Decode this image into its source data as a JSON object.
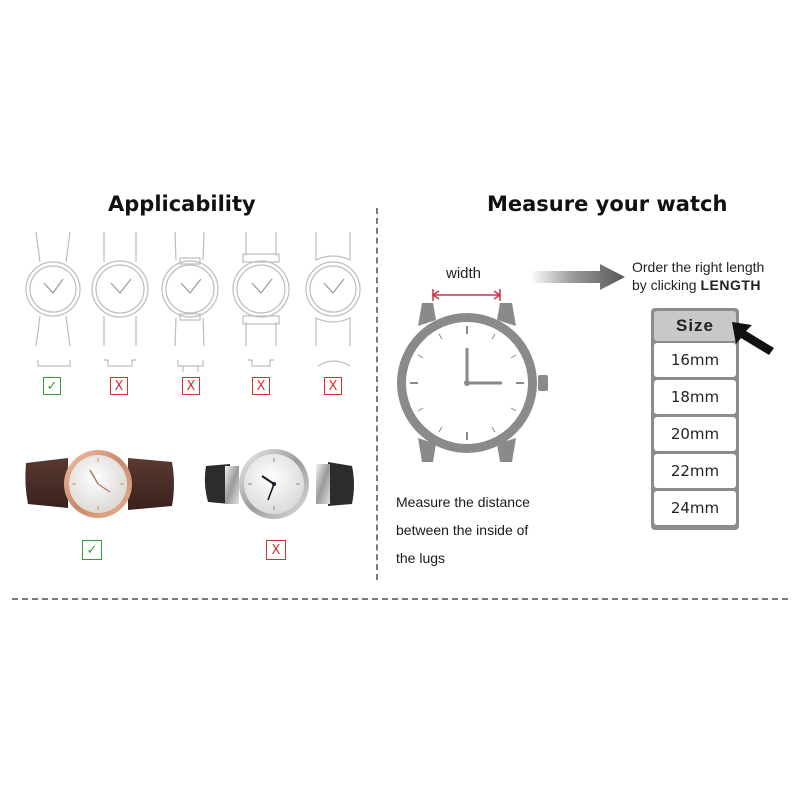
{
  "applicability": {
    "title": "Applicability",
    "variants": [
      {
        "id": "straight-lugs",
        "result": "check"
      },
      {
        "id": "stepped-lugs",
        "result": "cross"
      },
      {
        "id": "bar-lugs",
        "result": "cross"
      },
      {
        "id": "square-lugs",
        "result": "cross"
      },
      {
        "id": "curved-lugs",
        "result": "cross"
      }
    ],
    "photos": [
      {
        "id": "rose-gold-watch",
        "result": "check"
      },
      {
        "id": "steel-watch",
        "result": "cross"
      }
    ],
    "check_symbol": "✓",
    "cross_symbol": "X"
  },
  "measure": {
    "title": "Measure your watch",
    "width_label": "width",
    "order_line1": "Order the right length",
    "order_line2_prefix": "by clicking ",
    "order_line2_bold": "LENGTH",
    "instruction_lines": [
      "Measure the distance",
      "between the inside of",
      "the lugs"
    ],
    "size_header": "Size",
    "sizes": [
      "16mm",
      "18mm",
      "20mm",
      "22mm",
      "24mm"
    ]
  },
  "colors": {
    "check": "#2f9e2f",
    "cross": "#d43232",
    "width_marker": "#d0304a",
    "watch_grey": "#8a8a8a"
  }
}
